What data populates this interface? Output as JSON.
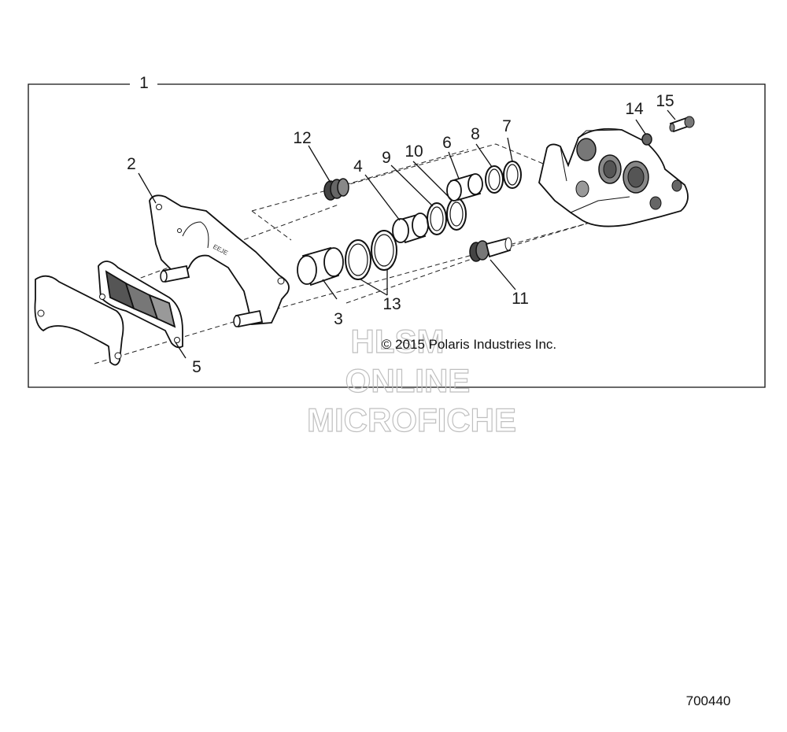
{
  "assembly_label": "1",
  "callouts": {
    "c2": "2",
    "c3": "3",
    "c4": "4",
    "c5": "5",
    "c6": "6",
    "c7": "7",
    "c8": "8",
    "c9": "9",
    "c10": "10",
    "c11": "11",
    "c12": "12",
    "c13": "13",
    "c14": "14",
    "c15": "15"
  },
  "copyright": "© 2015 Polaris Industries Inc.",
  "watermark": [
    "HLSM",
    "ONLINE",
    "MICROFICHE"
  ],
  "figure_number": "700440"
}
